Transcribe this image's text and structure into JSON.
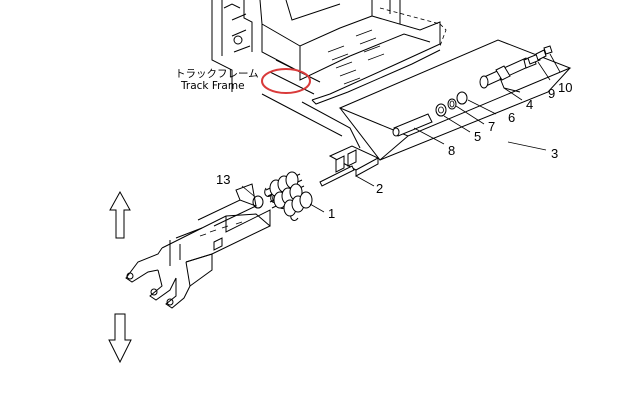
{
  "track_frame": {
    "label_jp": "トラックフレーム",
    "label_en": "Track Frame"
  },
  "highlight_color": "#d93a3a",
  "callouts": {
    "c1": "1",
    "c2": "2",
    "c3": "3",
    "c4": "4",
    "c5": "5",
    "c6": "6",
    "c7": "7",
    "c8": "8",
    "c9": "9",
    "c10": "10",
    "c13": "13"
  },
  "arrows": {
    "up": "arrow-up-icon",
    "down": "arrow-down-icon"
  }
}
